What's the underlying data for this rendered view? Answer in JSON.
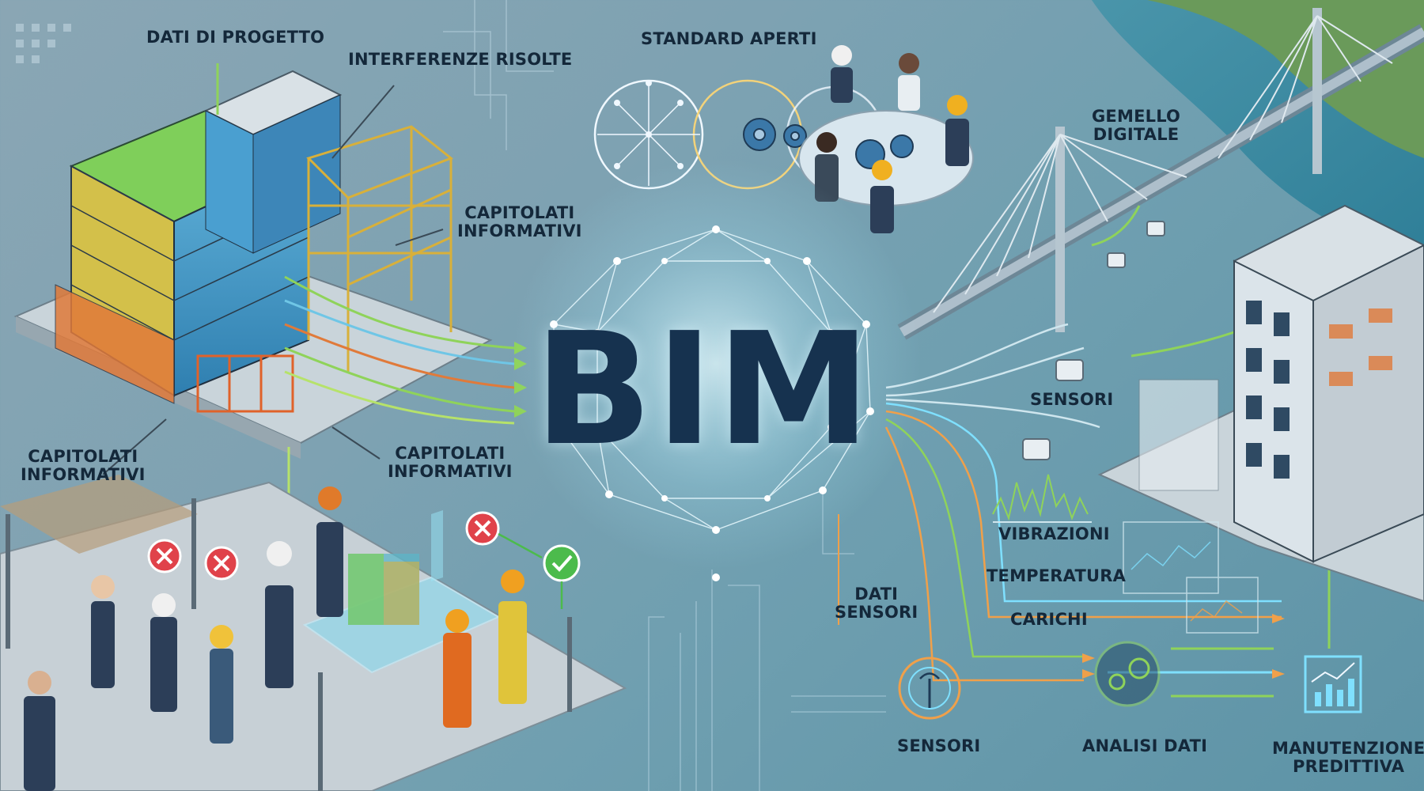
{
  "center": {
    "title": "BIM"
  },
  "labels": {
    "dati_progetto": "DATI DI PROGETTO",
    "interferenze": "INTERFERENZE RISOLTE",
    "capitolati_top": [
      "CAPITOLATI",
      "INFORMATIVI"
    ],
    "capitolati_left": [
      "CAPITOLATI",
      "INFORMATIVI"
    ],
    "capitolati_mid": [
      "CAPITOLATI",
      "INFORMATIVI"
    ],
    "standard_aperti": "STANDARD APERTI",
    "gemello": [
      "GEMELLO",
      "DIGITALE"
    ],
    "sensori_top": "SENSORI",
    "vibrazioni": "VIBRAZIONI",
    "temperatura": "TEMPERATURA",
    "carichi": "CARICHI",
    "dati_sensori": [
      "DATI",
      "SENSORI"
    ],
    "sensori_bottom": "SENSORI",
    "analisi_dati": "ANALISI DATI",
    "manutenzione": [
      "MANUTENZIONE",
      "PREDITTIVA"
    ]
  },
  "colors": {
    "navy": "#16324f",
    "cyan": "#7fe0ff",
    "green": "#8fd35a",
    "orange": "#f0a04a",
    "error_red": "#e0424a",
    "ok_green": "#4cbb4c"
  },
  "icons": [
    "error-x-icon",
    "check-icon",
    "gear-icon",
    "sensor-antenna-icon",
    "analysis-gear-icon",
    "chart-trend-icon"
  ]
}
